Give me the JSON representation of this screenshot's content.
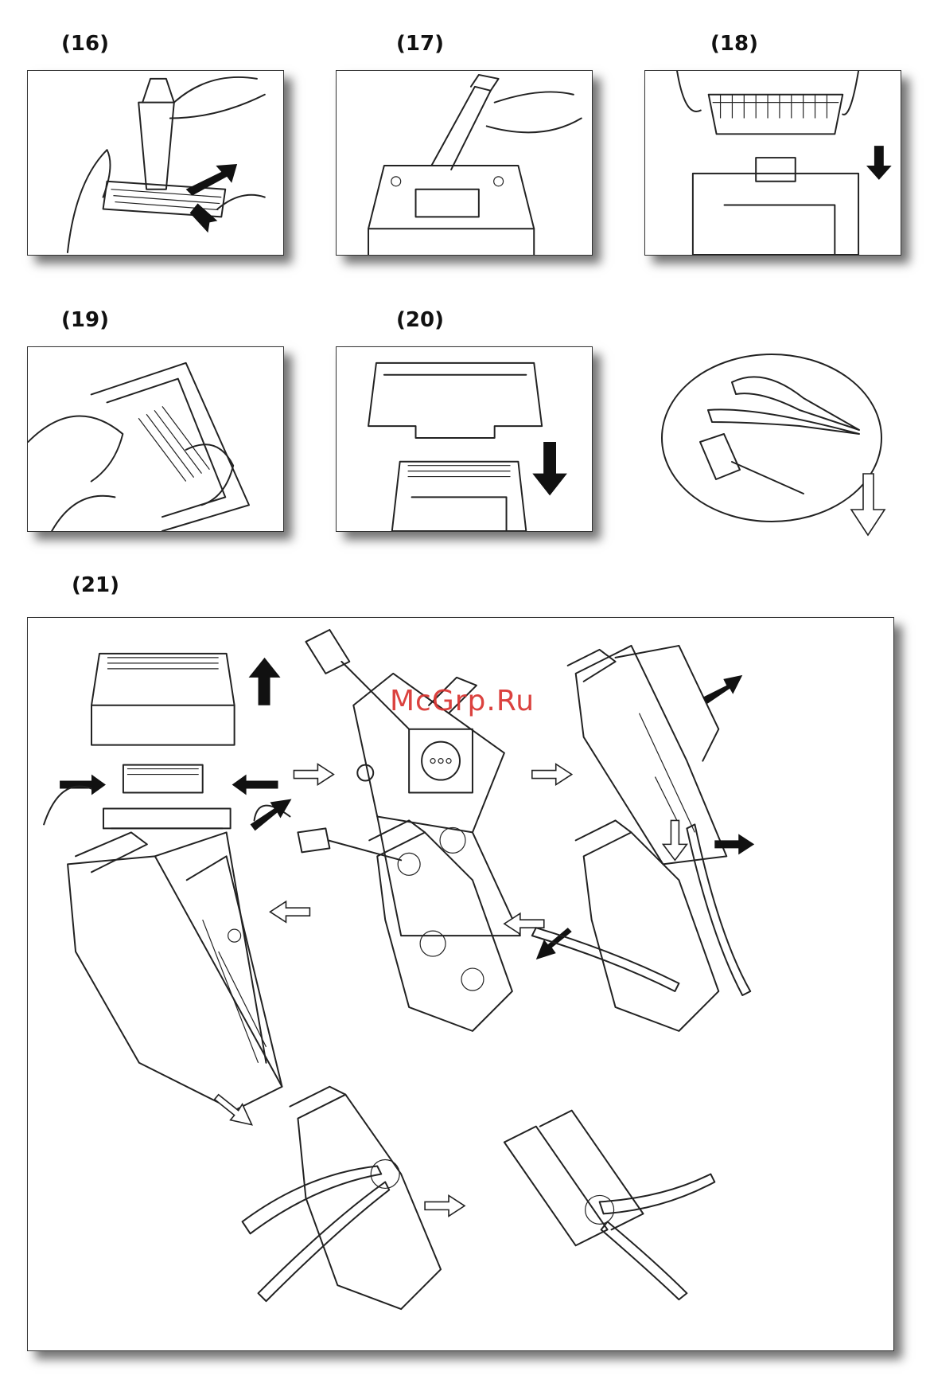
{
  "steps": {
    "s16": "(16)",
    "s17": "(17)",
    "s18": "(18)",
    "s19": "(19)",
    "s20": "(20)",
    "s21": "(21)"
  },
  "watermark": "McGrp.Ru",
  "icons": {
    "arrow_solid": "solid-black-arrow",
    "arrow_outline": "outline-arrow",
    "tools": [
      "tweezers",
      "oil-bottle"
    ]
  },
  "colors": {
    "line": "#222222",
    "watermark": "#d9322f",
    "shadow": "#555555"
  }
}
